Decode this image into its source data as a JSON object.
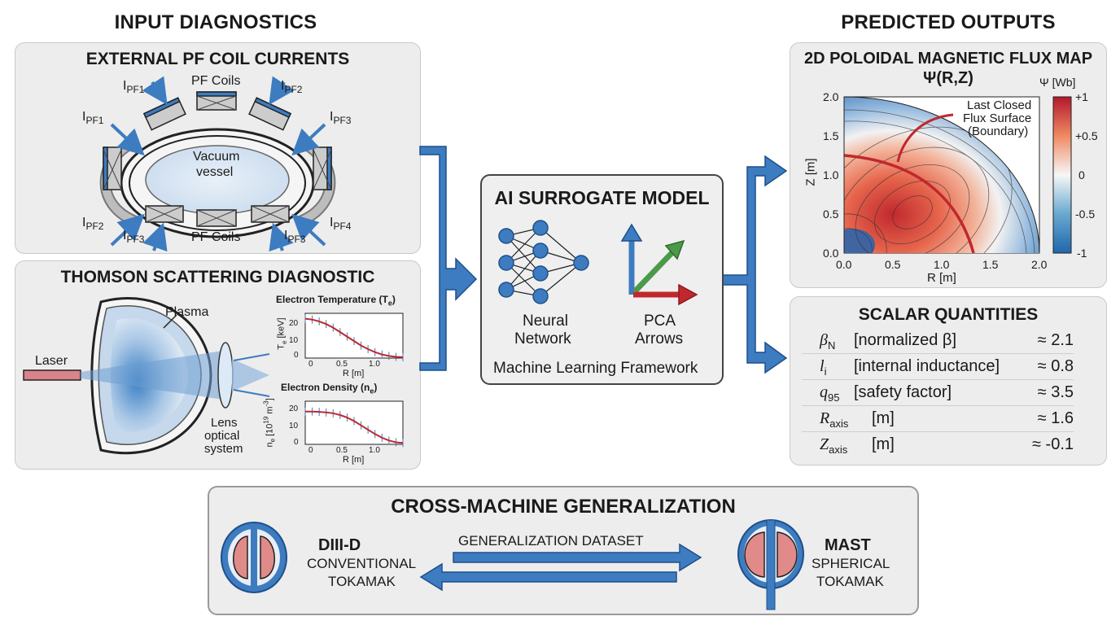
{
  "headings": {
    "input": "INPUT DIAGNOSTICS",
    "output": "PREDICTED OUTPUTS"
  },
  "pf_panel": {
    "title": "EXTERNAL PF COIL CURRENTS",
    "pf_coils_top": "PF Coils",
    "pf_coils_bottom": "PF Coils",
    "vessel_line1": "Vacuum",
    "vessel_line2": "vessel",
    "currents": [
      "PF1",
      "PF1",
      "PF2",
      "PF3",
      "PF2",
      "PF3",
      "PF3",
      "PF4"
    ],
    "current_symbol": "I"
  },
  "ts_panel": {
    "title": "THOMSON SCATTERING DIAGNOSTIC",
    "laser": "Laser",
    "plasma": "Plasma",
    "lens_line1": "Lens",
    "lens_line2": "optical",
    "lens_line3": "system",
    "te_title": "Electron Temperature (T",
    "te_title_sub": "e",
    "te_ylabel": "T",
    "te_ylabel_rest": " [keV]",
    "ne_title": "Electron Density (n",
    "ne_title_sub": "e",
    "ne_ylabel": "n",
    "ne_ylabel_rest": " [10",
    "ne_ylabel_exp": "19",
    "ne_ylabel_unit": " m",
    "ne_ylabel_exp2": "-3",
    "ne_ylabel_end": "]",
    "xlabel": "R [m]",
    "te_yticks": [
      "0",
      "10",
      "20"
    ],
    "ne_yticks": [
      "0",
      "10",
      "20"
    ],
    "xticks": [
      "0",
      "0.5",
      "1.0"
    ],
    "te_profile": {
      "R": [
        0,
        0.1,
        0.2,
        0.3,
        0.4,
        0.5,
        0.6,
        0.7,
        0.8,
        0.9,
        1.0,
        1.1,
        1.2,
        1.3,
        1.4
      ],
      "Te": [
        22,
        21.5,
        20.5,
        19,
        17,
        14.5,
        12,
        9.5,
        7,
        5,
        3.3,
        2,
        1.2,
        0.7,
        0.5
      ]
    },
    "ne_profile": {
      "R": [
        0,
        0.1,
        0.2,
        0.3,
        0.4,
        0.5,
        0.6,
        0.7,
        0.8,
        0.9,
        1.0,
        1.1,
        1.2,
        1.3,
        1.4
      ],
      "ne": [
        19,
        19,
        18.8,
        18.5,
        18,
        17,
        15.5,
        13.5,
        11,
        8.5,
        6,
        3.8,
        2.2,
        1.2,
        0.8
      ]
    }
  },
  "ai_panel": {
    "title": "AI SURROGATE MODEL",
    "nn_line1": "Neural",
    "nn_line2": "Network",
    "pca_line1": "PCA",
    "pca_line2": "Arrows",
    "footer": "Machine Learning Framework"
  },
  "flux_panel": {
    "title": "2D POLOIDAL MAGNETIC FLUX MAP",
    "subtitle": "Ψ(R,Z)",
    "colorbar_label": "Ψ [Wb]",
    "colorbar_ticks": [
      "+1",
      "+0.5",
      "0",
      "-0.5",
      "-1"
    ],
    "xlabel": "R [m]",
    "ylabel": "Z [m]",
    "xticks": [
      "0.0",
      "0.5",
      "1.0",
      "1.5",
      "2.0"
    ],
    "yticks": [
      "0.0",
      "0.5",
      "1.0",
      "1.5",
      "2.0"
    ],
    "lcfs_line1": "Last Closed",
    "lcfs_line2": "Flux Surface",
    "lcfs_line3": "(Boundary)"
  },
  "scalar_panel": {
    "title": "SCALAR QUANTITIES",
    "rows": [
      {
        "sym": "β",
        "sub": "N",
        "desc": "[normalized β]",
        "val": "≈ 2.1"
      },
      {
        "sym": "l",
        "sub": "i",
        "desc": "[internal inductance]",
        "val": "≈ 0.8"
      },
      {
        "sym": "q",
        "sub": "95",
        "desc": "[safety factor]",
        "val": "≈ 3.5"
      },
      {
        "sym": "R",
        "sub": "axis",
        "desc": "[m]",
        "val": "≈ 1.6"
      },
      {
        "sym": "Z",
        "sub": "axis",
        "desc": "[m]",
        "val": "≈ -0.1"
      }
    ]
  },
  "cross_panel": {
    "title": "CROSS-MACHINE GENERALIZATION",
    "dataset": "GENERALIZATION DATASET",
    "left_name": "DIII-D",
    "left_line1": "CONVENTIONAL",
    "left_line2": "TOKAMAK",
    "right_name": "MAST",
    "right_line1": "SPHERICAL",
    "right_line2": "TOKAMAK"
  },
  "colors": {
    "arrow_blue": "#3d7cc0",
    "arrow_blue_dark": "#1e4f8a",
    "plasma_red": "#c0282d",
    "panel_bg": "#ededed"
  }
}
